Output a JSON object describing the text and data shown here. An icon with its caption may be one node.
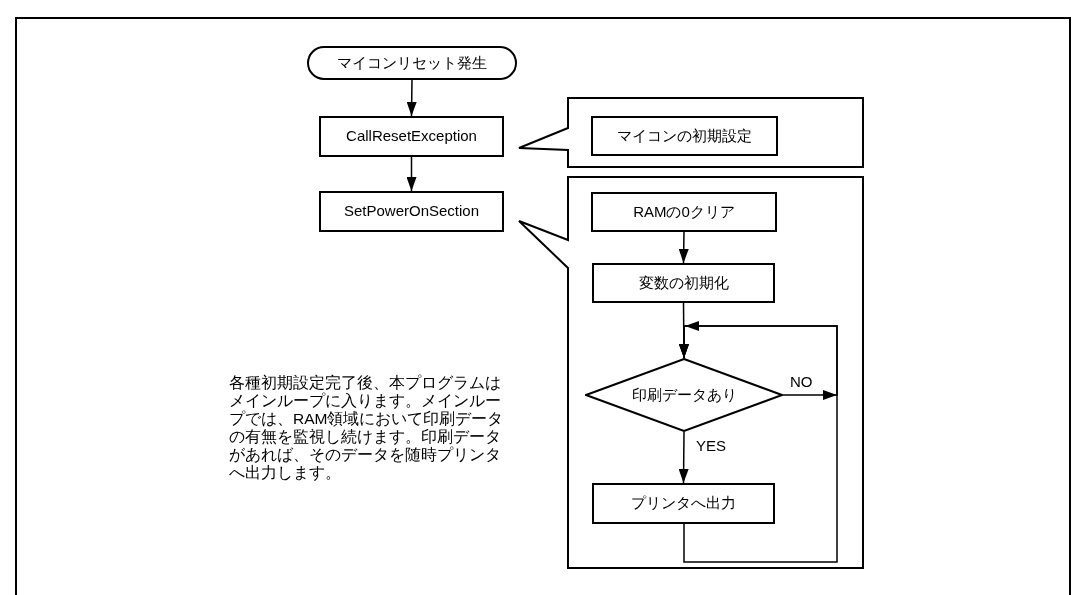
{
  "diagram": {
    "nodes": [
      {
        "text": [
          "マイコンリセット発生"
        ]
      },
      {
        "text": [
          "CallResetException"
        ]
      },
      {
        "text": [
          "SetPowerOnSection"
        ]
      },
      {
        "text": [],
        "shape": "callout"
      },
      {
        "text": [
          "マイコンの初期設定"
        ],
        "in": 3
      },
      {
        "text": [],
        "shape": "callout"
      },
      {
        "text": [
          "RAMの0クリア"
        ],
        "in": 5
      },
      {
        "text": [
          "変数の初期化"
        ],
        "in": 5
      },
      {
        "text": [
          "印刷データあり"
        ],
        "in": 5
      },
      {
        "text": [
          "プリンタへ出力"
        ],
        "in": 5
      }
    ],
    "edges": [
      {
        "from": 0,
        "to": 1,
        "arrow": "to"
      },
      {
        "from": 1,
        "to": 2,
        "arrow": "to"
      },
      {
        "from": 6,
        "to": 7,
        "arrow": "to"
      },
      {
        "from": 7,
        "to": 8,
        "arrow": "to"
      },
      {
        "from": 8,
        "to": 9,
        "arrow": "to",
        "label": "YES"
      },
      {
        "from": 8,
        "to": 8,
        "arrow": "to",
        "label": "NO"
      },
      {
        "from": 9,
        "to": 8,
        "arrow": "to"
      }
    ],
    "labels": [
      "各種初期設定完了後、本プログラムはメインループに入ります。メインループでは、RAM領域において印刷データの有無を監視し続けます。印刷データがあれば、そのデータを随時プリンタへ出力します。"
    ]
  }
}
